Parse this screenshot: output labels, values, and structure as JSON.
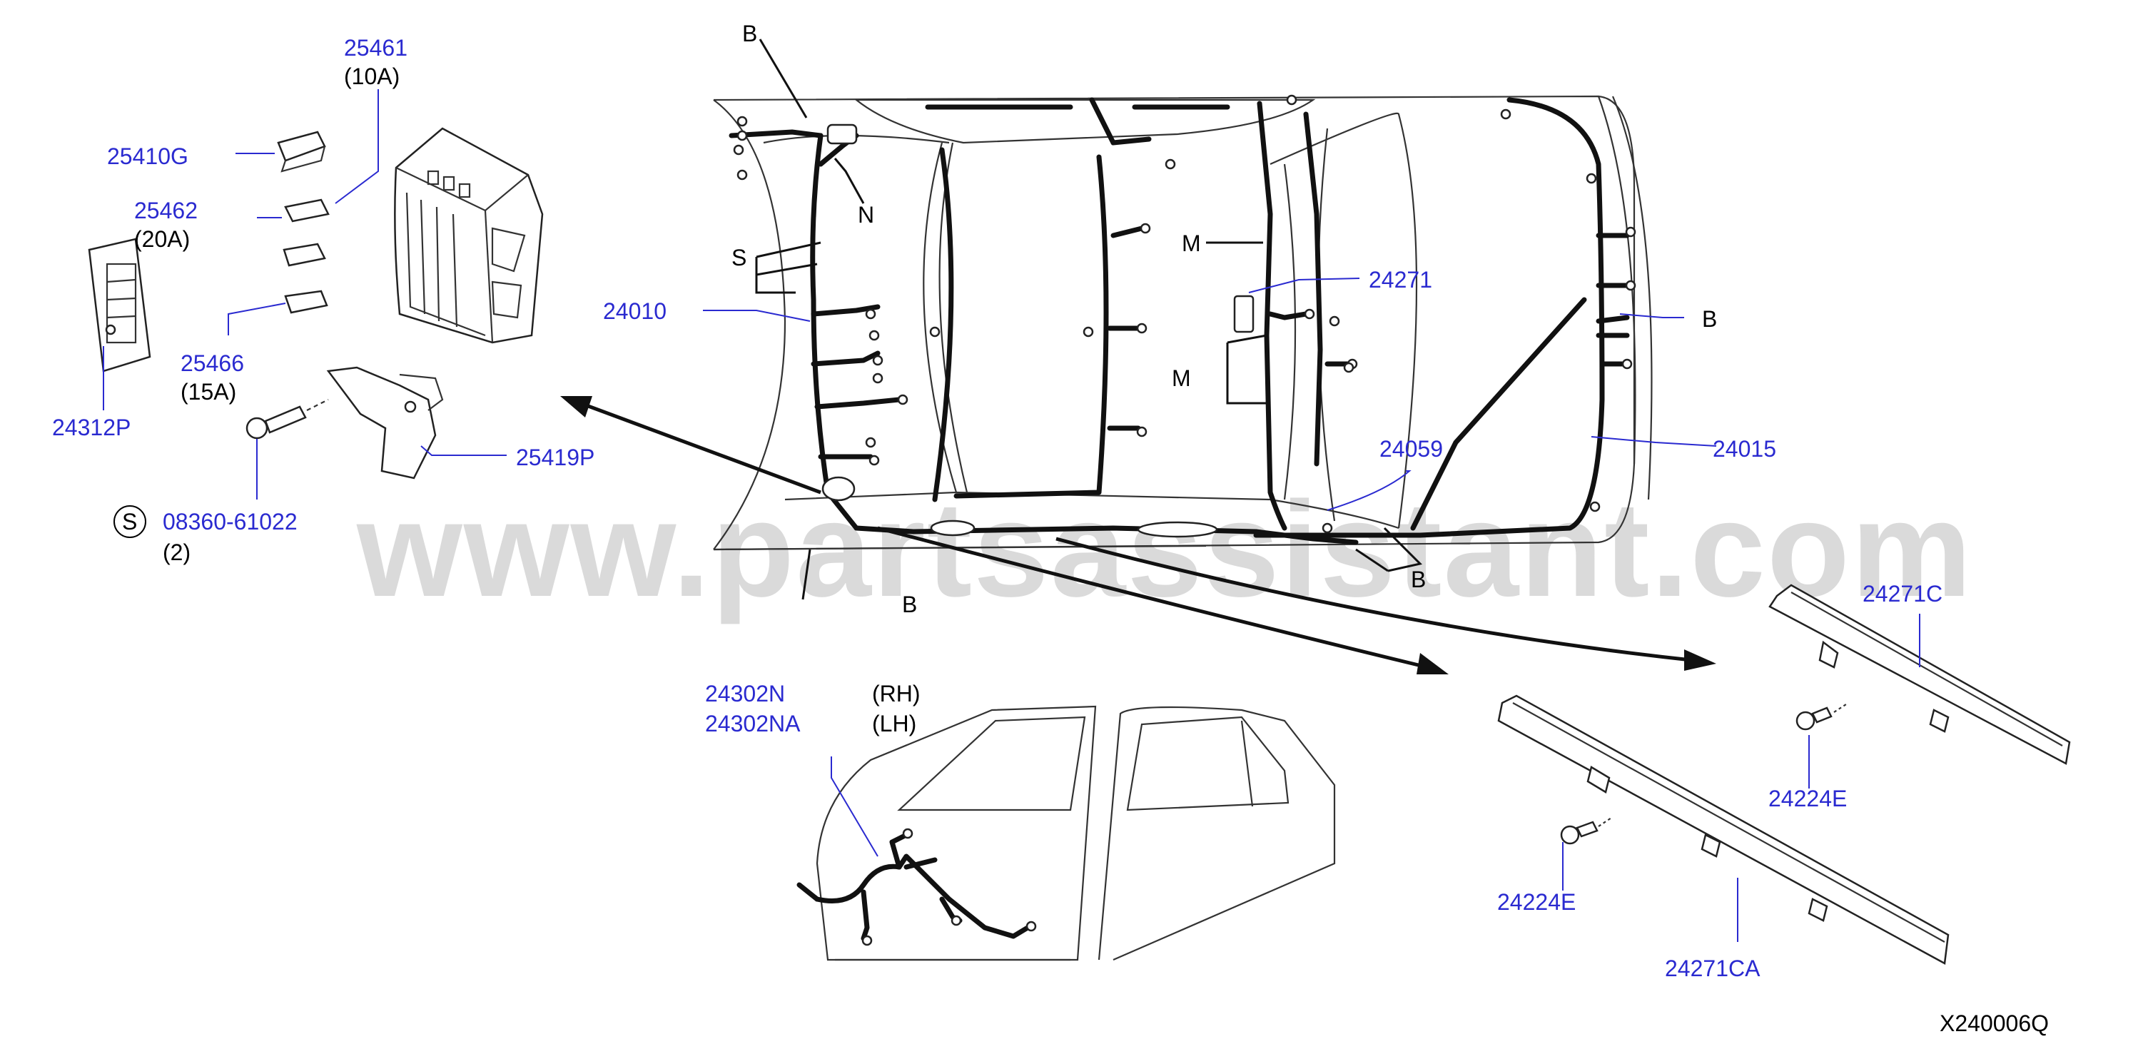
{
  "watermark": "www.partsassistant.com",
  "diagram_code": "X240006Q",
  "labels": {
    "p25461": "25461",
    "p25461_amp": "(10A)",
    "p25410g": "25410G",
    "p25462": "25462",
    "p25462_amp": "(20A)",
    "p25466": "25466",
    "p25466_amp": "(15A)",
    "p24312p": "24312P",
    "p25419p": "25419P",
    "s_symbol": "S",
    "p08360": "08360-61022",
    "p08360_qty": "(2)",
    "p24010": "24010",
    "p24271": "24271",
    "p24059": "24059",
    "p24015": "24015",
    "p24302n": "24302N",
    "p24302n_side": "(RH)",
    "p24302na": "24302NA",
    "p24302na_side": "(LH)",
    "p24271c": "24271C",
    "p24224e_a": "24224E",
    "p24224e_b": "24224E",
    "p24271ca": "24271CA"
  },
  "callouts": {
    "b_top": "B",
    "n": "N",
    "s": "S",
    "m_upper": "M",
    "m_lower": "M",
    "b_right": "B",
    "b_bottom_left": "B",
    "b_bottom_right": "B"
  },
  "colors": {
    "part_number": "#2a2ad0",
    "text": "#000000",
    "watermark": "#d4d4d4"
  }
}
